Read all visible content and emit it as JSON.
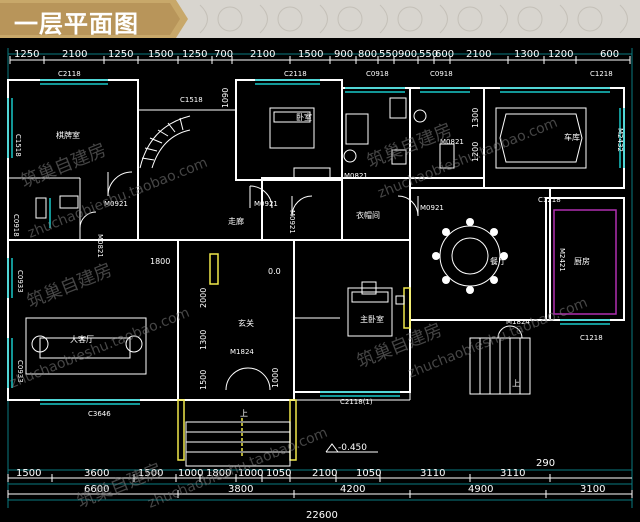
{
  "title": "一层平面图",
  "watermark": {
    "brand": "筑巢自建房",
    "url": "zhuchaobieshu.taobao.com"
  },
  "colors": {
    "background": "#000000",
    "wall": "#ffffff",
    "dimension": "#ffffff",
    "grid_line": "#0a7a80",
    "window": "#19c9c9",
    "accent_magenta": "#b02fb0",
    "door": "#f0e84a",
    "banner_gold": "#c8a86a",
    "banner_bg": "#d8d5cf"
  },
  "top_dimensions": [
    "1250",
    "2100",
    "1250",
    "1500",
    "1250",
    "700",
    "2100",
    "1500",
    "900",
    "800",
    "550",
    "900",
    "550",
    "600",
    "2100",
    "1300",
    "1200",
    "600"
  ],
  "bottom_dimensions_row1": [
    "1500",
    "3600",
    "1500",
    "1000",
    "1800",
    "1000",
    "1050",
    "2100",
    "1050",
    "3110",
    "3110"
  ],
  "bottom_dimensions_row2": [
    "6600",
    "3800",
    "4200",
    "4900",
    "3100"
  ],
  "total_width": "22600",
  "right_note": "290",
  "elevation": "-0.450",
  "rooms": {
    "bedroom_left": "棋牌室",
    "bedroom_center": "卧室",
    "hall": "走廊",
    "storage": "衣帽间",
    "garage": "车库",
    "dining": "餐厅",
    "kitchen": "厨房",
    "living": "大客厅",
    "entry": "玄关",
    "master": "主卧室",
    "up_label": "上"
  },
  "codes": {
    "c2118_left": "C2118",
    "c1518": "C1518",
    "c2118_mid": "C2118",
    "c0918_a": "C0918",
    "c0918_b": "C0918",
    "c1218_top": "C1218",
    "c1518_side": "C1518",
    "m0921_a": "M0921",
    "m0821_a": "M0821",
    "m0921_b": "M0921",
    "m0921_c": "M0921",
    "m0821_b": "M0821",
    "m0821_c": "M0821",
    "m0921_d": "M0921",
    "c0933_a": "C0933",
    "c0933_b": "C0933",
    "m1824_a": "M1824",
    "m1824_b": "M1824",
    "c3646": "C3646",
    "c2118_1": "C2118(1)",
    "c1218_right": "C1218",
    "c1218_bottom": "C1218",
    "m2432": "M2432",
    "m2421": "M2421",
    "c0918_side": "C0918"
  },
  "inner_dims": {
    "d1800": "1800",
    "d00": "0.0",
    "d2000": "2000",
    "d1300": "1300",
    "d1500": "1500",
    "d1000": "1000",
    "d1090": "1090",
    "d1200": "1200",
    "d1300b": "1300"
  }
}
